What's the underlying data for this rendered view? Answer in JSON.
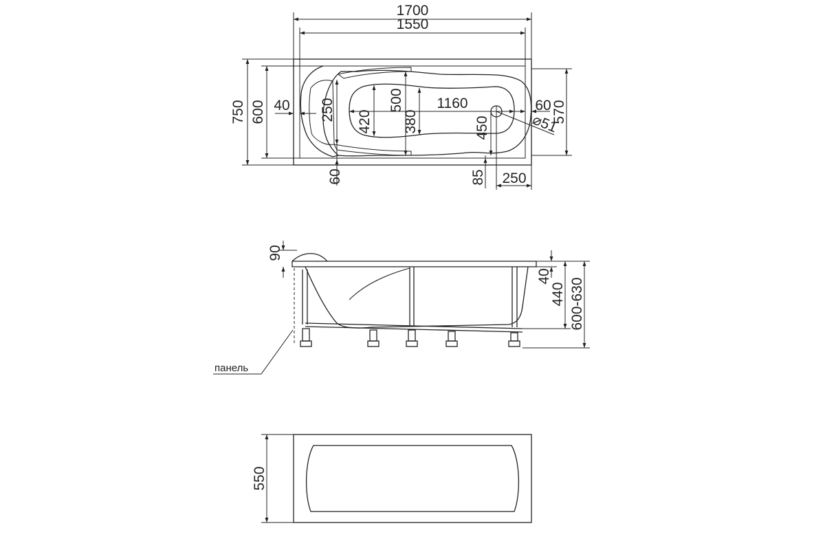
{
  "top_view": {
    "overall_length": "1700",
    "inner_length": "1550",
    "overall_width": "750",
    "inner_width": "600",
    "headrest_offset": "40",
    "headrest_width": "250",
    "bottom_width_head": "420",
    "bottom_width_mid": "500",
    "bottom_width_narrow": "380",
    "bottom_length": "1160",
    "drain_position": "450",
    "foot_offset": "60",
    "foot_width": "570",
    "drain_diameter": "⌀51",
    "head_gap": "60",
    "drain_gap": "85",
    "drain_to_end": "250"
  },
  "side_view": {
    "headrest_height": "90",
    "rim_thickness": "40",
    "depth": "440",
    "total_height": "600-630",
    "panel_label": "панель"
  },
  "panel_view": {
    "panel_height": "550"
  }
}
